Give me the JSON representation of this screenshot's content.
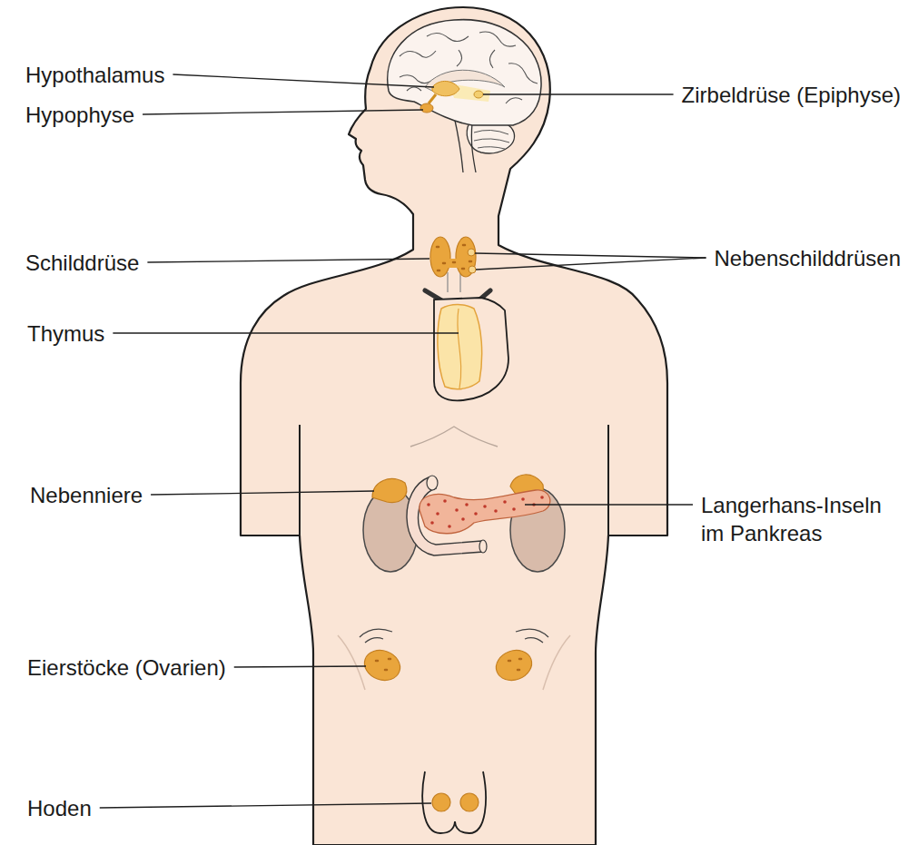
{
  "diagram": {
    "labels": [
      "Hypothalamus",
      "Hypophyse",
      "Zirbeldrüse (Epiphyse)",
      "Schilddrüse",
      "Nebenschilddrüsen",
      "Thymus",
      "Nebenniere",
      "Langerhans-Inseln im Pankreas",
      "Eierstöcke (Ovarien)",
      "Hoden"
    ]
  }
}
